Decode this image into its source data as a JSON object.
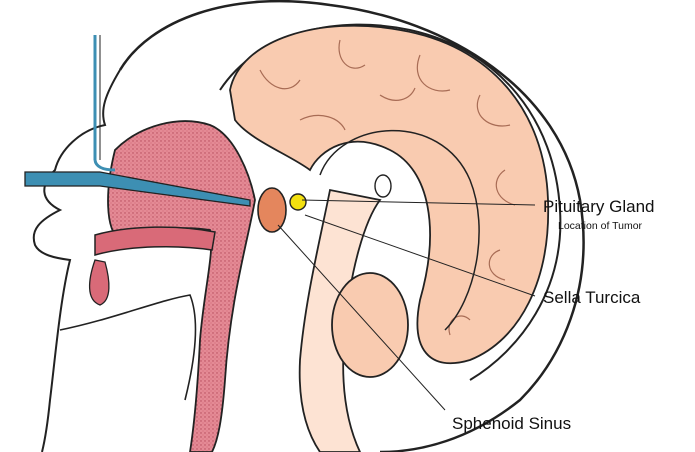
{
  "labels": {
    "pituitary_gland": "Pituitary Gland",
    "pituitary_sub": "Location of Tumor",
    "sella_turcica": "Sella Turcica",
    "sphenoid_sinus": "Sphenoid Sinus"
  },
  "colors": {
    "brain": "#f9cbb0",
    "brain_light": "#fde3d3",
    "nasal": "#d96a78",
    "sphenoid": "#e4865d",
    "pituitary": "#f3e010",
    "instrument": "#3d8fb3",
    "outline": "#222222"
  }
}
